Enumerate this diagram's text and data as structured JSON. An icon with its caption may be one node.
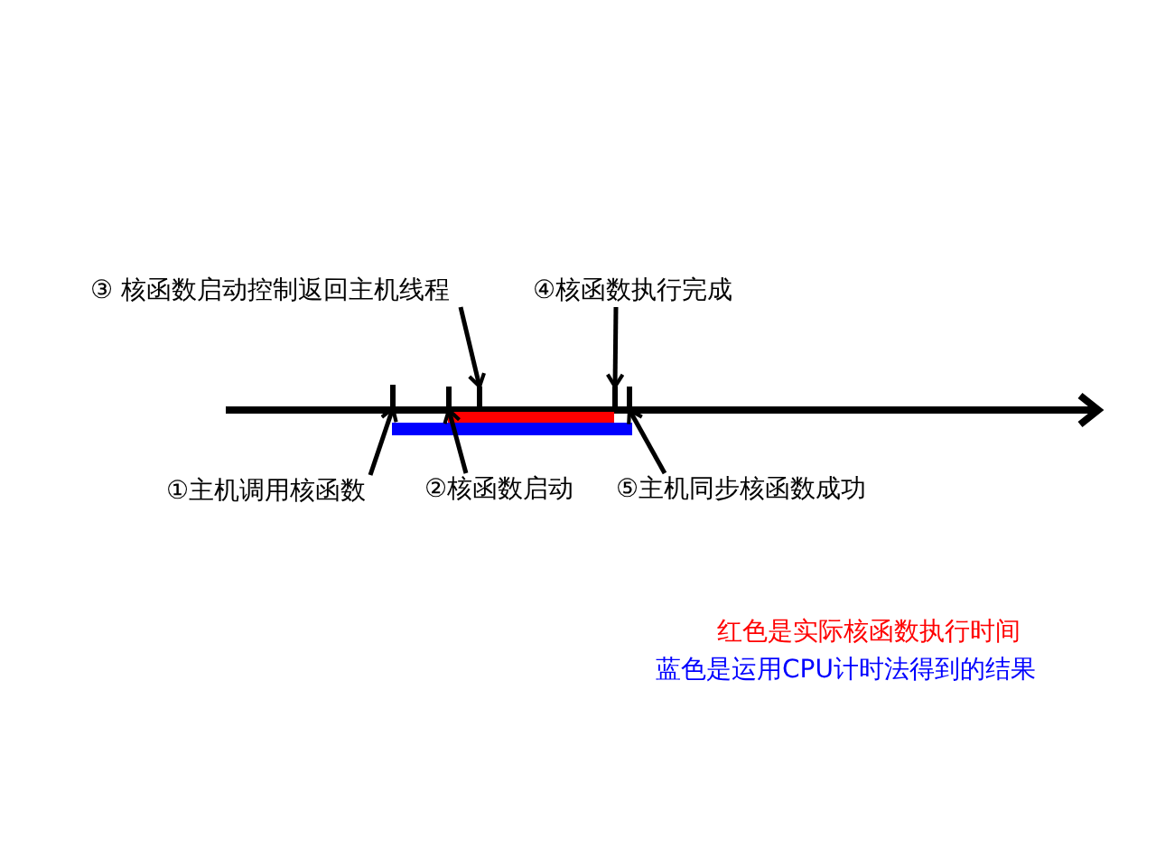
{
  "diagram": {
    "nodes": [
      {
        "text": [
          "③ 核函数启动控制返回主机线程"
        ]
      },
      {
        "text": [
          "④核函数执行完成"
        ]
      },
      {
        "text": [
          "①主机调用核函数"
        ]
      },
      {
        "text": [
          "②核函数启动"
        ]
      },
      {
        "text": [
          "⑤主机同步核函数成功"
        ]
      },
      {
        "text": [],
        "shape": "bar"
      },
      {
        "text": [],
        "shape": "bar"
      },
      {
        "text": [],
        "shape": "bar"
      },
      {
        "text": [],
        "shape": "bar"
      },
      {
        "text": [],
        "shape": "bar"
      }
    ],
    "edges": [
      {
        "from": 0,
        "to": 7,
        "arrow": "to"
      },
      {
        "from": 1,
        "to": 8,
        "arrow": "to"
      },
      {
        "from": 2,
        "to": 5,
        "arrow": "to"
      },
      {
        "from": 3,
        "to": 6,
        "arrow": "to"
      },
      {
        "from": 4,
        "to": 9,
        "arrow": "to"
      }
    ],
    "legend": [
      {
        "text": "红色是实际核函数执行时间",
        "color": "#ff0000"
      },
      {
        "text": "蓝色是运用CPU计时法得到的结果",
        "color": "#0000ff"
      }
    ]
  }
}
